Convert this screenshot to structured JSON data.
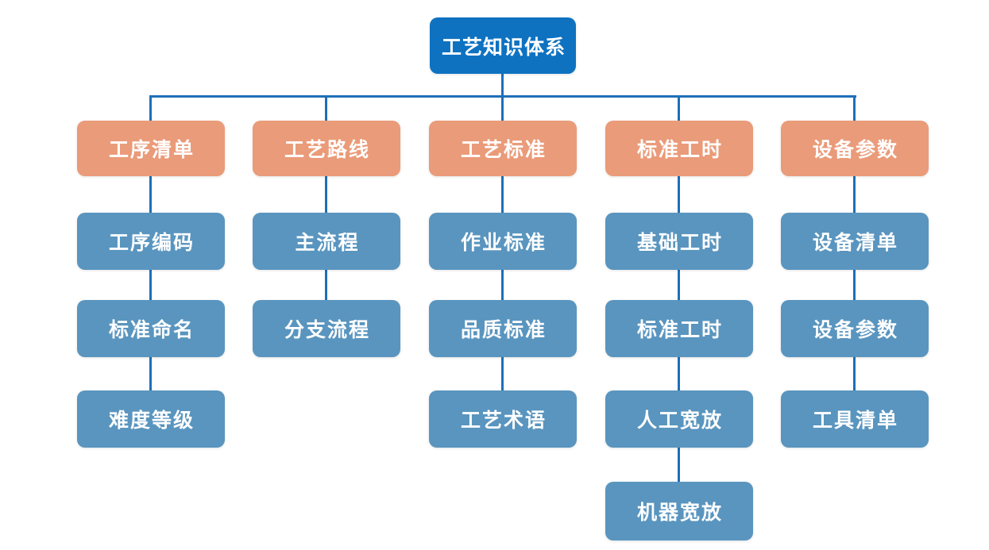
{
  "diagram": {
    "type": "tree",
    "root": {
      "label": "工艺知识体系"
    },
    "branches": [
      {
        "label": "工序清单",
        "children": [
          "工序编码",
          "标准命名",
          "难度等级"
        ]
      },
      {
        "label": "工艺路线",
        "children": [
          "主流程",
          "分支流程"
        ]
      },
      {
        "label": "工艺标准",
        "children": [
          "作业标准",
          "品质标准",
          "工艺术语"
        ]
      },
      {
        "label": "标准工时",
        "children": [
          "基础工时",
          "标准工时",
          "人工宽放",
          "机器宽放"
        ]
      },
      {
        "label": "设备参数",
        "children": [
          "设备清单",
          "设备参数",
          "工具清单"
        ]
      }
    ],
    "colors": {
      "root_bg": "#0e72c1",
      "branch_bg": "#ea9b79",
      "child_bg": "#5995bf",
      "connector": "#1e6fb8",
      "text": "#ffffff",
      "canvas_bg": "#ffffff"
    }
  }
}
